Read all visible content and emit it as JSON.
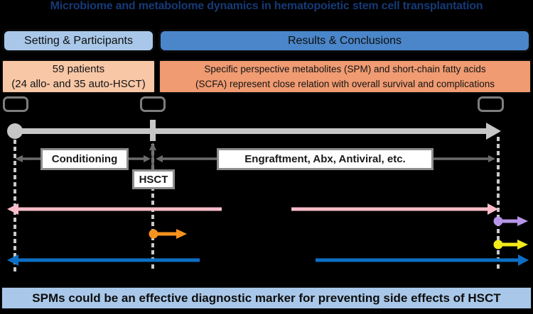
{
  "title": "Microbiome and metabolome dynamics in hematopoietic stem cell transplantation",
  "headers": {
    "left": "Setting & Participants",
    "right": "Results & Conclusions"
  },
  "findings": {
    "participants_line1": "59 patients",
    "participants_line2": "(24 allo- and 35 auto-HSCT)",
    "results_line1": "Specific perspective metabolites (SPM) and short-chain fatty acids",
    "results_line2": "(SCFA) represent close relation with overall survival and complications"
  },
  "timeline": {
    "phase_conditioning": "Conditioning",
    "phase_hsct": "HSCT",
    "phase_post": "Engraftment, Abx, Antiviral, etc."
  },
  "conclusion": "SPMs could be an effective diagnostic marker for preventing side effects of HSCT",
  "colors": {
    "title_text": "#163a78",
    "header_left_bg": "#a9c8e9",
    "header_right_bg": "#4a86c9",
    "finding_left_bg": "#f8c7a6",
    "finding_right_bg": "#f09b72",
    "timeline_gray": "#c6c6c6",
    "dashed_gray": "#c9c9c9",
    "arrow_gray": "#6b6b6b",
    "pink_arrow": "#f9bcc8",
    "orange_arrow": "#f6921e",
    "purple_arrow": "#b695e8",
    "yellow_arrow": "#f2ea1a",
    "blue_arrow": "#0d6fc4",
    "conclusion_bg": "#a9c8e9"
  }
}
